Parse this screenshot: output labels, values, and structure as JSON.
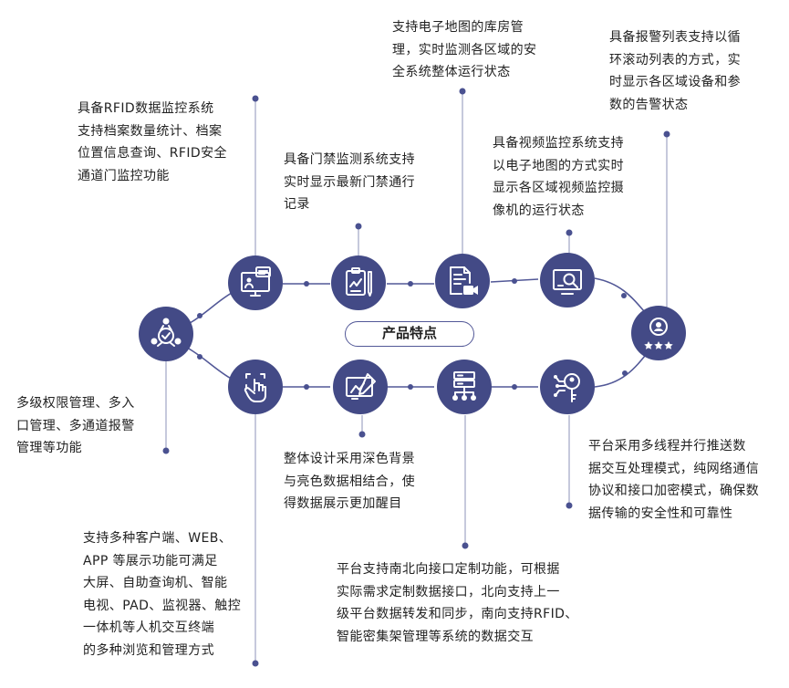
{
  "center": {
    "title": "产品特点"
  },
  "features": {
    "rfid": {
      "lines": [
        "具备RFID数据监控系统",
        "支持档案数量统计、档案",
        "位置信息查询、RFID安全",
        "通道门监控功能"
      ]
    },
    "access": {
      "lines": [
        "具备门禁监测系统支持",
        "实时显示最新门禁通行",
        "记录"
      ]
    },
    "map": {
      "lines": [
        "支持电子地图的库房管",
        "理，实时监测各区域的安",
        "全系统整体运行状态"
      ]
    },
    "video": {
      "lines": [
        "具备视频监控系统支持",
        "以电子地图的方式实时",
        "显示各区域视频监控摄",
        "像机的运行状态"
      ]
    },
    "alarm": {
      "lines": [
        "具备报警列表支持以循",
        "环滚动列表的方式，实",
        "时显示各区域设备和参",
        "数的告警状态"
      ]
    },
    "permission": {
      "lines": [
        "多级权限管理、多入",
        "口管理、多通道报警",
        "管理等功能"
      ]
    },
    "clients": {
      "lines": [
        "支持多种客户端、WEB、",
        "APP  等展示功能可满足",
        "大屏、自助查询机、智能",
        "电视、PAD、监视器、触控",
        "一体机等人机交互终端",
        "的多种浏览和管理方式"
      ]
    },
    "design": {
      "lines": [
        "整体设计采用深色背景",
        "与亮色数据相结合，使",
        "得数据展示更加醒目"
      ]
    },
    "interface": {
      "lines": [
        "平台支持南北向接口定制功能，可根据",
        "实际需求定制数据接口，北向支持上一",
        "级平台数据转发和同步，南向支持RFID、",
        "智能密集架管理等系统的数据交互"
      ]
    },
    "multithread": {
      "lines": [
        "平台采用多线程并行推送数",
        "据交互处理模式，纯网络通信",
        "协议和接口加密模式，确保数",
        "据传输的安全性和可靠性"
      ]
    }
  },
  "icons": {
    "hub": "user-network-icon",
    "rfid": "monitor-chat-icon",
    "access": "clipboard-pen-icon",
    "map": "document-camera-icon",
    "video": "screen-search-icon",
    "alarm": "user-rating-icon",
    "permission": "touch-hand-icon",
    "design": "tablet-drawing-icon",
    "interface": "server-network-icon",
    "multithread": "key-circuit-icon"
  },
  "colors": {
    "node": "#434a86",
    "connector": "#525897",
    "leader": "#8d93b8"
  }
}
